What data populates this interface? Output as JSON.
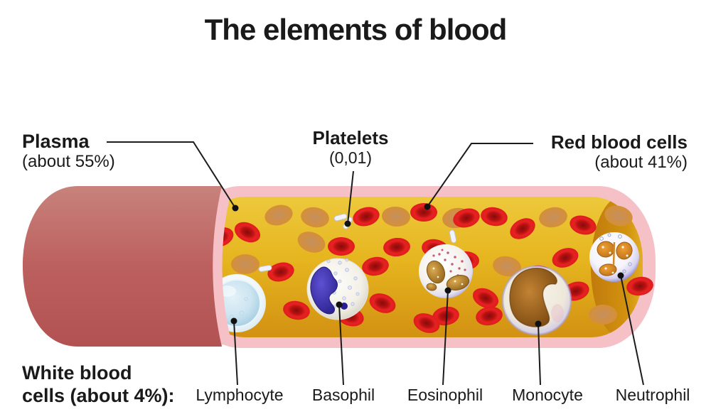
{
  "title": "The elements of blood",
  "labels": {
    "plasma": {
      "name": "Plasma",
      "amount": "(about 55%)"
    },
    "platelets": {
      "name": "Platelets",
      "amount": "(0,01)"
    },
    "red_blood_cells": {
      "name": "Red blood cells",
      "amount": "(about 41%)"
    },
    "white_blood_cells": {
      "line1": "White blood",
      "line2": "cells (about 4%):"
    },
    "wbc_types": [
      "Lymphocyte",
      "Basophil",
      "Eosinophil",
      "Monocyte",
      "Neutrophil"
    ]
  },
  "colors": {
    "vessel_wall": "#b85a58",
    "vessel_lining": "#f6c0c7",
    "plasma_gold": "#e7bb22",
    "red_blood_cell": "#d81a1a",
    "distant_blood_cell": "#d08c3c",
    "leader_line": "#1c1c1c",
    "background": "#ffffff",
    "text": "#1a1a1a"
  }
}
